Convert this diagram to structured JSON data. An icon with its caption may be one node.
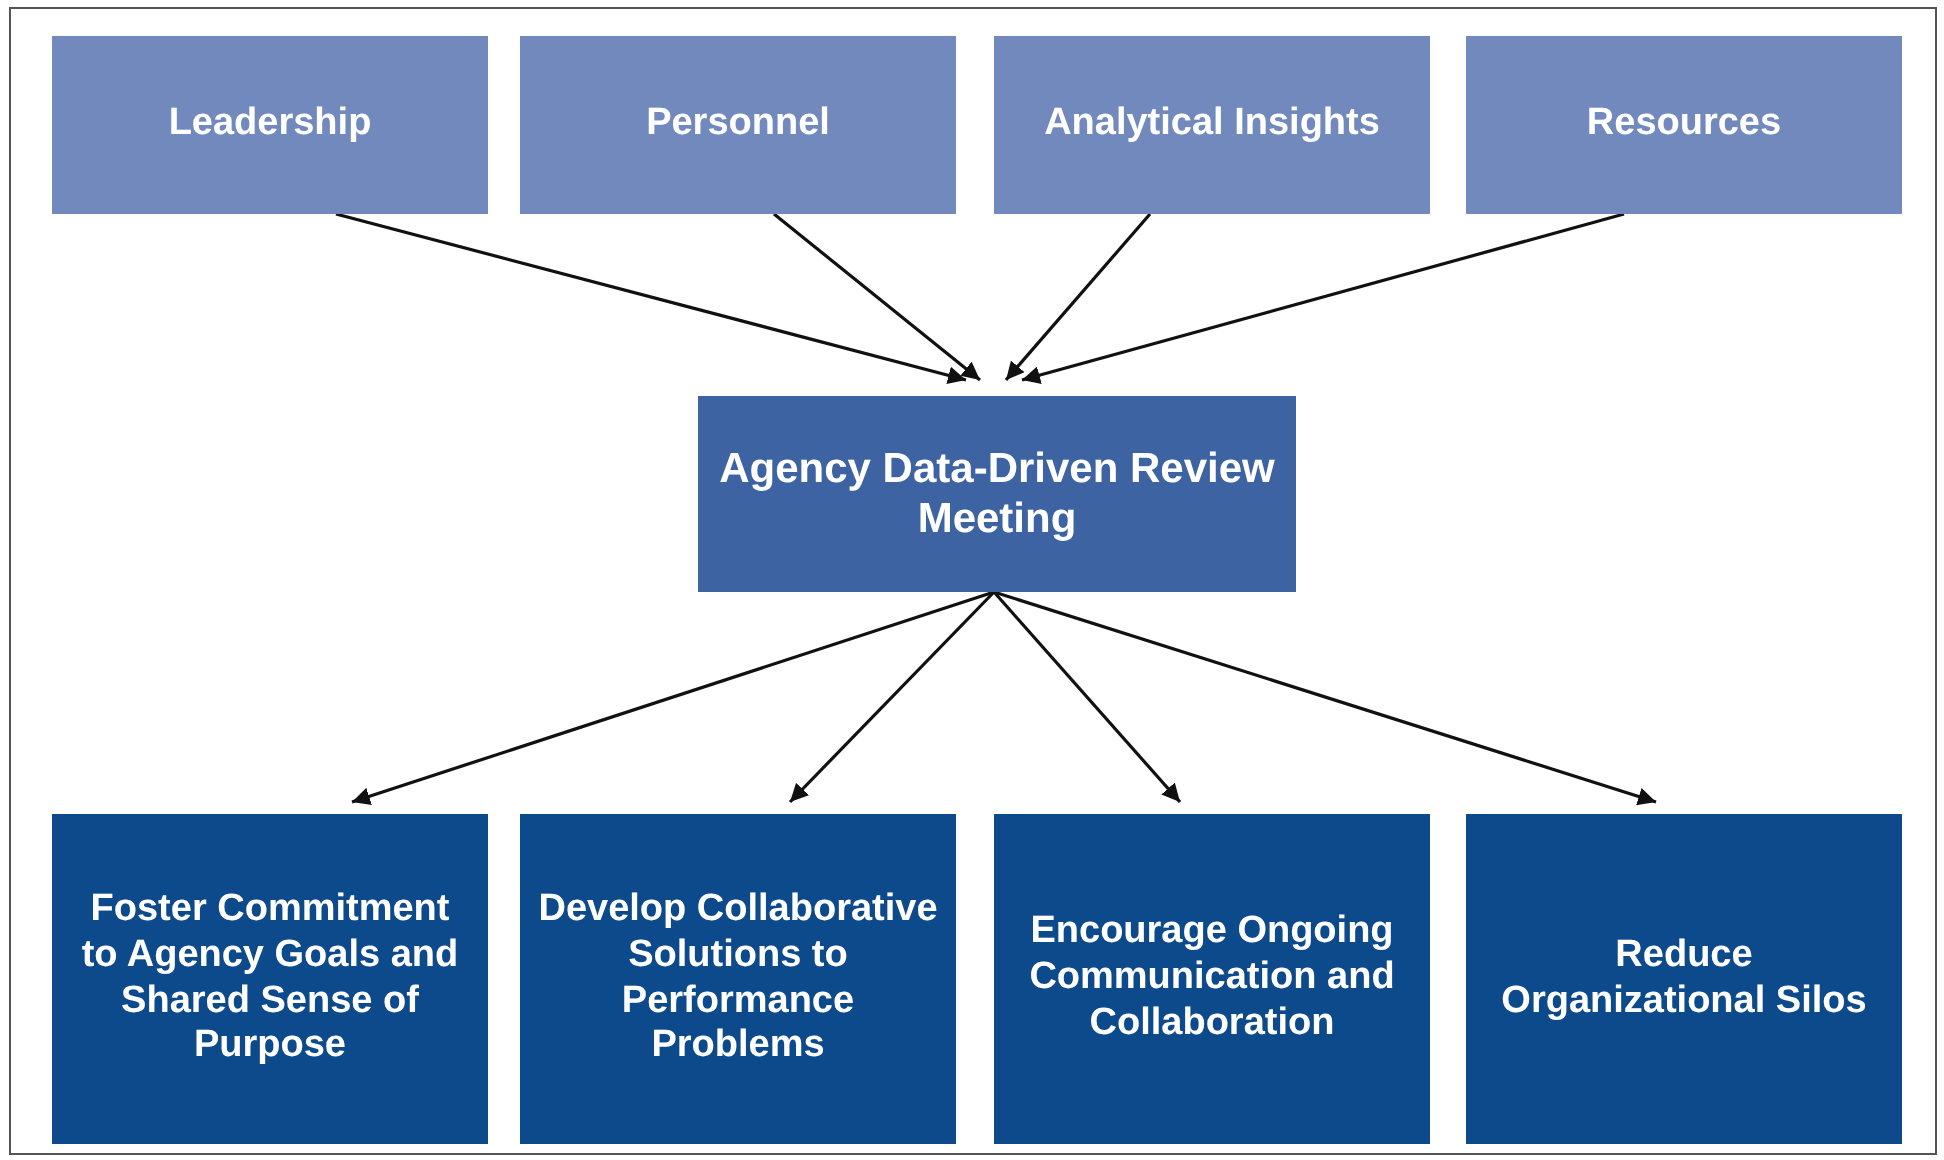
{
  "diagram": {
    "nodes": [
      {
        "text": [
          "Leadership"
        ]
      },
      {
        "text": [
          "Personnel"
        ]
      },
      {
        "text": [
          "Analytical Insights"
        ]
      },
      {
        "text": [
          "Resources"
        ]
      },
      {
        "text": [
          "Agency Data-Driven Review Meeting"
        ]
      },
      {
        "text": [
          "Foster Commitment to Agency Goals and Shared Sense of Purpose"
        ]
      },
      {
        "text": [
          "Develop Collaborative Solutions to Performance Problems"
        ]
      },
      {
        "text": [
          "Encourage Ongoing Communication and Collaboration"
        ]
      },
      {
        "text": [
          "Reduce Organizational Silos"
        ]
      }
    ],
    "edges": [
      {
        "from": 0,
        "to": 4,
        "arrow": "to"
      },
      {
        "from": 1,
        "to": 4,
        "arrow": "to"
      },
      {
        "from": 2,
        "to": 4,
        "arrow": "to"
      },
      {
        "from": 3,
        "to": 4,
        "arrow": "to"
      },
      {
        "from": 4,
        "to": 5,
        "arrow": "to"
      },
      {
        "from": 4,
        "to": 6,
        "arrow": "to"
      },
      {
        "from": 4,
        "to": 7,
        "arrow": "to"
      },
      {
        "from": 4,
        "to": 8,
        "arrow": "to"
      }
    ]
  }
}
